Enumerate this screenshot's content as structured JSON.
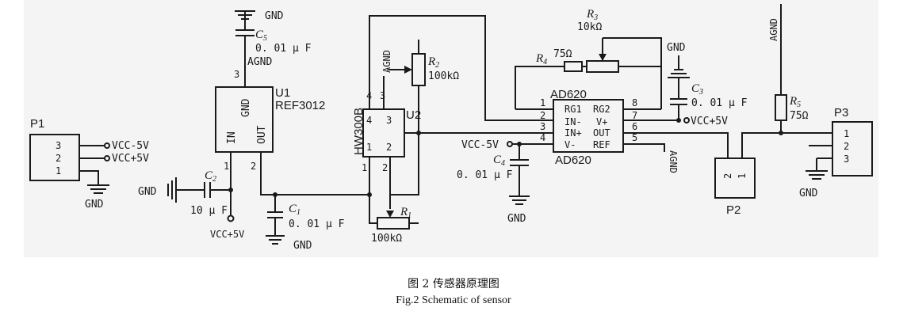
{
  "labels": {
    "gnd": "GND",
    "agnd": "AGND",
    "vcc_pos": "VCC+5V",
    "vcc_neg": "VCC-5V",
    "vcc_u1": "VCC+5V",
    "vcc_ad": "VCC-5V",
    "vcc_ad_pos": "VCC+5V"
  },
  "p1": {
    "ref": "P1",
    "pins": [
      "3",
      "2",
      "1"
    ]
  },
  "p2": {
    "ref": "P2",
    "pins": [
      "2",
      "1"
    ]
  },
  "p3": {
    "ref": "P3",
    "pins": [
      "1",
      "2",
      "3"
    ]
  },
  "u1": {
    "ref": "U1",
    "part": "REF3012",
    "gnd": "GND",
    "in": "IN",
    "out": "OUT",
    "pin1": "1",
    "pin2": "2",
    "pin3": "3"
  },
  "u2": {
    "ref": "U2",
    "part": "HW300B",
    "p4": "4",
    "p3": "3",
    "p2": "2",
    "p1": "1",
    "ext4": "4",
    "ext3": "3",
    "ext2": "2",
    "ext1": "1"
  },
  "ad620": {
    "part_top": "AD620",
    "part_bottom": "AD620",
    "rg1": "RG1",
    "rg2": "RG2",
    "inm": "IN-",
    "vp": "V+",
    "inp": "IN+",
    "out": "OUT",
    "vm": "V-",
    "ref": "REF",
    "n1": "1",
    "n2": "2",
    "n3": "3",
    "n4": "4",
    "n8": "8",
    "n7": "7",
    "n6": "6",
    "n5": "5"
  },
  "components": {
    "c1": {
      "letter": "C",
      "sub": "1",
      "value": "0. 01 μ F"
    },
    "c2": {
      "letter": "C",
      "sub": "2",
      "value": "10 μ F"
    },
    "c3": {
      "letter": "C",
      "sub": "3",
      "value": "0. 01 μ F"
    },
    "c4": {
      "letter": "C",
      "sub": "4",
      "value": "0. 01 μ F"
    },
    "c5": {
      "letter": "C",
      "sub": "5",
      "value": "0. 01 μ F"
    },
    "r1": {
      "letter": "R",
      "sub": "1",
      "value": "100kΩ"
    },
    "r2": {
      "letter": "R",
      "sub": "2",
      "value": "100kΩ"
    },
    "r3": {
      "letter": "R",
      "sub": "3",
      "value": "10kΩ"
    },
    "r4": {
      "letter": "R",
      "sub": "4",
      "value": "75Ω"
    },
    "r5": {
      "letter": "R",
      "sub": "5",
      "value": "75Ω"
    }
  },
  "caption": {
    "cn": "图 2   传感器原理图",
    "en": "Fig.2   Schematic of sensor"
  }
}
